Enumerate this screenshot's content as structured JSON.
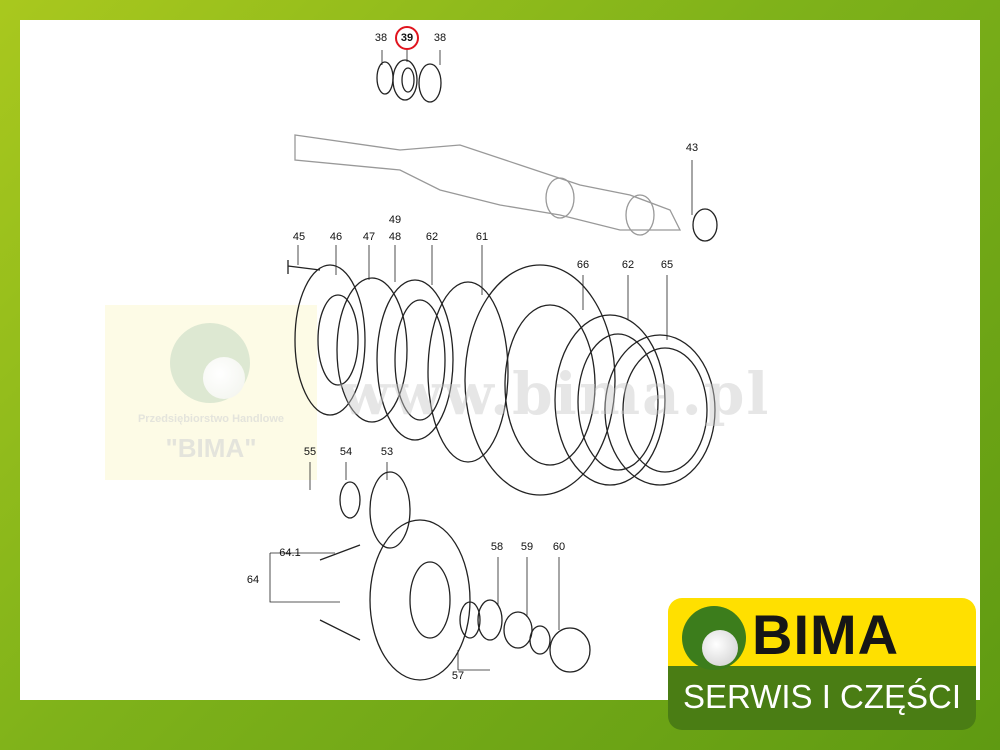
{
  "watermark": {
    "company_line": "Przedsiębiorstwo Handlowe",
    "company_name": "\"BIMA\"",
    "url": "www.bima.pl"
  },
  "logo": {
    "name": "BIMA",
    "tagline": "SERWIS I CZĘŚCI",
    "colors": {
      "yellow": "#ffe000",
      "green": "#4a7d14"
    }
  },
  "highlight_color": "#e0141e",
  "part_labels": [
    "38",
    "39",
    "38",
    "43",
    "49",
    "45",
    "46",
    "47",
    "48",
    "62",
    "61",
    "66",
    "62",
    "65",
    "55",
    "54",
    "53",
    "64.1",
    "64",
    "58",
    "59",
    "60",
    "57"
  ],
  "highlighted_part": "39"
}
